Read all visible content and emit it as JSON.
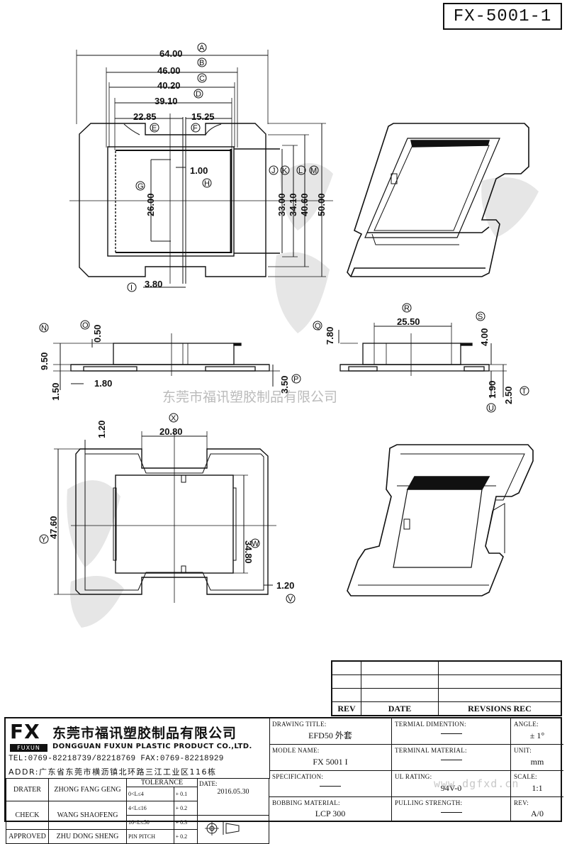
{
  "part_code": "FX-5001-1",
  "watermark_text": "东莞市福讯塑胶制品有限公司",
  "watermark_url": "www.dgfxd.cn",
  "dimensions": {
    "top_view": {
      "a": "64.00",
      "b": "46.00",
      "c": "40.20",
      "d": "39.10",
      "e": "22.85",
      "f": "15.25",
      "g": "26.00",
      "h": "1.00",
      "i": "3.80",
      "j": "33.00",
      "k": "34.10",
      "l": "40.60",
      "m": "50.00",
      "circ_a": "A",
      "circ_b": "B",
      "circ_c": "C",
      "circ_d": "D",
      "circ_e": "E",
      "circ_f": "F",
      "circ_g": "G",
      "circ_h": "H",
      "circ_i": "I",
      "circ_j": "J",
      "circ_k": "K",
      "circ_l": "L",
      "circ_m": "M"
    },
    "side_view_1": {
      "n": "9.50",
      "o": "0.50",
      "p": "3.50",
      "q": "1.50",
      "r": "1.80",
      "circ_n": "N",
      "circ_o": "O",
      "circ_p": "P"
    },
    "side_view_2": {
      "q": "7.80",
      "r": "25.50",
      "s": "4.00",
      "t": "2.50",
      "u": "1.90",
      "circ_q": "Q",
      "circ_r": "R",
      "circ_s": "S",
      "circ_t": "T",
      "circ_u": "U"
    },
    "bottom_view": {
      "x": "20.80",
      "w": "34.80",
      "y": "47.60",
      "top": "1.20",
      "v": "1.20",
      "circ_x": "X",
      "circ_w": "W",
      "circ_y": "Y",
      "circ_v": "V"
    }
  },
  "revision_table": {
    "headers": [
      "REV",
      "DATE",
      "REVSIONS REC"
    ]
  },
  "company": {
    "logo": "FX",
    "logo_sub": "FUXUN",
    "name_cn": "东莞市福讯塑胶制品有限公司",
    "name_en": "DONGGUAN FUXUN PLASTIC PRODUCT CO.,LTD.",
    "tel": "TEL:0769-82218739/82218769 FAX:0769-82218929",
    "addr": "ADDR:广东省东莞市横沥镇北环路三江工业区116栋"
  },
  "fields": {
    "drawing_title_label": "DRAWING TITLE:",
    "drawing_title": "EFD50 外套",
    "terminal_dim_label": "TERMIAL DIMENTION:",
    "angle_label": "ANGLE:",
    "angle": "± 1°",
    "model_name_label": "MODLE NAME:",
    "model_name": "FX 5001 I",
    "terminal_material_label": "TERMINAL MATERIAL:",
    "unit_label": "UNIT:",
    "unit": "mm",
    "specification_label": "SPECIFICATION:",
    "ul_rating_label": "UL RATING:",
    "ul_rating": "94V-0",
    "scale_label": "SCALE:",
    "scale": "1:1",
    "bobbing_material_label": "BOBBING MATERIAL:",
    "bobbing_material": "LCP 300",
    "pulling_strength_label": "PULLING STRENGTH:",
    "rev_label": "REV:",
    "rev": "A/0"
  },
  "signatures": {
    "drater_label": "DRATER",
    "drater": "ZHONG FANG GENG",
    "check_label": "CHECK",
    "check": "WANG SHAOFENG",
    "approved_label": "APPROVED",
    "approved": "ZHU DONG SHENG",
    "tolerance_label": "TOLERANCE",
    "tol1": "0<L≤4",
    "tol1v": "+ 0.1",
    "tol2": "4<L≤16",
    "tol2v": "+ 0.2",
    "tol3": "16<L≤50",
    "tol3v": "+ 0.3",
    "tol4": "PIN PITCH",
    "tol4v": "+ 0.2",
    "date_label": "DATE:",
    "date": "2016.05.30"
  }
}
